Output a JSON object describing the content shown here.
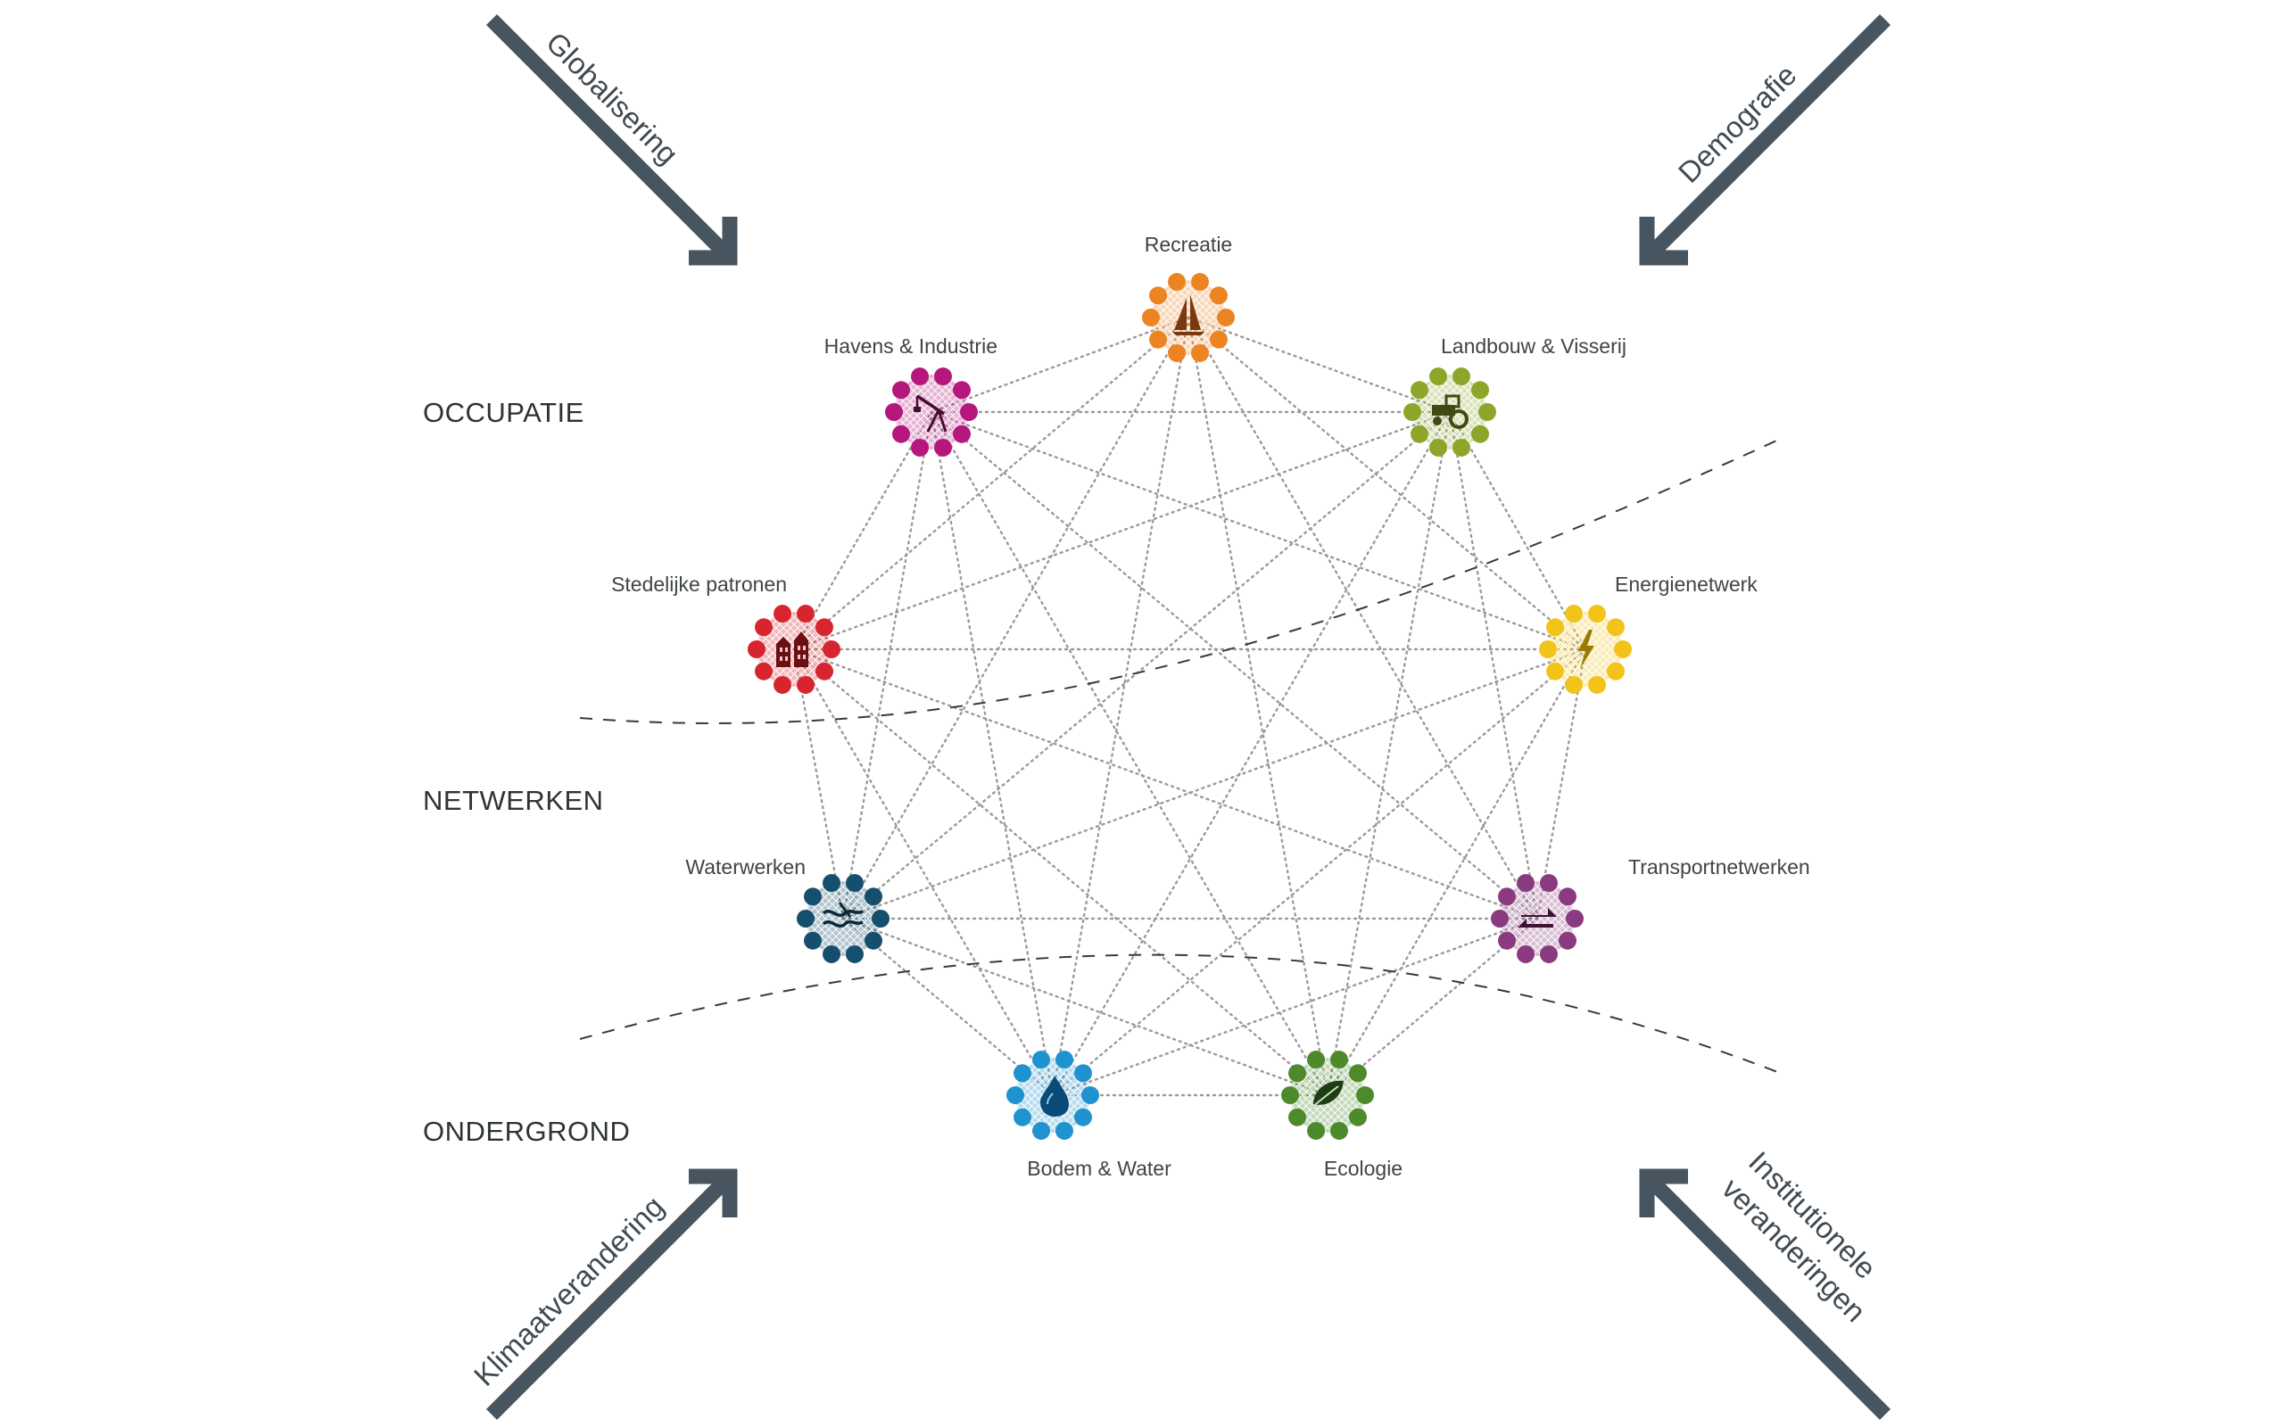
{
  "layers": {
    "occupatie": "OCCUPATIE",
    "netwerken": "NETWERKEN",
    "ondergrond": "ONDERGROND"
  },
  "forces": {
    "top_left": {
      "line1": "Globalisering",
      "line2": ""
    },
    "top_right": {
      "line1": "Demografie",
      "line2": ""
    },
    "bottom_left": {
      "line1": "Klimaatverandering",
      "line2": ""
    },
    "bottom_right": {
      "line1": "Institutionele",
      "line2": "veranderingen"
    },
    "arrow_color": "#465560"
  },
  "nodes": [
    {
      "id": "recreatie",
      "label": "Recreatie",
      "color": "#ec8421",
      "icon": "sailboat-icon"
    },
    {
      "id": "landbouw",
      "label": "Landbouw & Visserij",
      "color": "#8da629",
      "icon": "tractor-icon"
    },
    {
      "id": "energie",
      "label": "Energienetwerk",
      "color": "#f2c319",
      "icon": "lightning-icon"
    },
    {
      "id": "transport",
      "label": "Transportnetwerken",
      "color": "#8a3a7e",
      "icon": "transport-arrows-icon"
    },
    {
      "id": "ecologie",
      "label": "Ecologie",
      "color": "#4c8a2c",
      "icon": "leaf-icon"
    },
    {
      "id": "bodem",
      "label": "Bodem & Water",
      "color": "#1f93cf",
      "icon": "water-drop-icon"
    },
    {
      "id": "waterwerken",
      "label": "Waterwerken",
      "color": "#164e6e",
      "icon": "waves-icon"
    },
    {
      "id": "stedelijk",
      "label": "Stedelijke patronen",
      "color": "#d8242e",
      "icon": "buildings-icon"
    },
    {
      "id": "havens",
      "label": "Havens & Industrie",
      "color": "#b5177c",
      "icon": "crane-icon"
    }
  ],
  "edge_color": "#9a9a9a",
  "divider_color": "#3a3a3a"
}
